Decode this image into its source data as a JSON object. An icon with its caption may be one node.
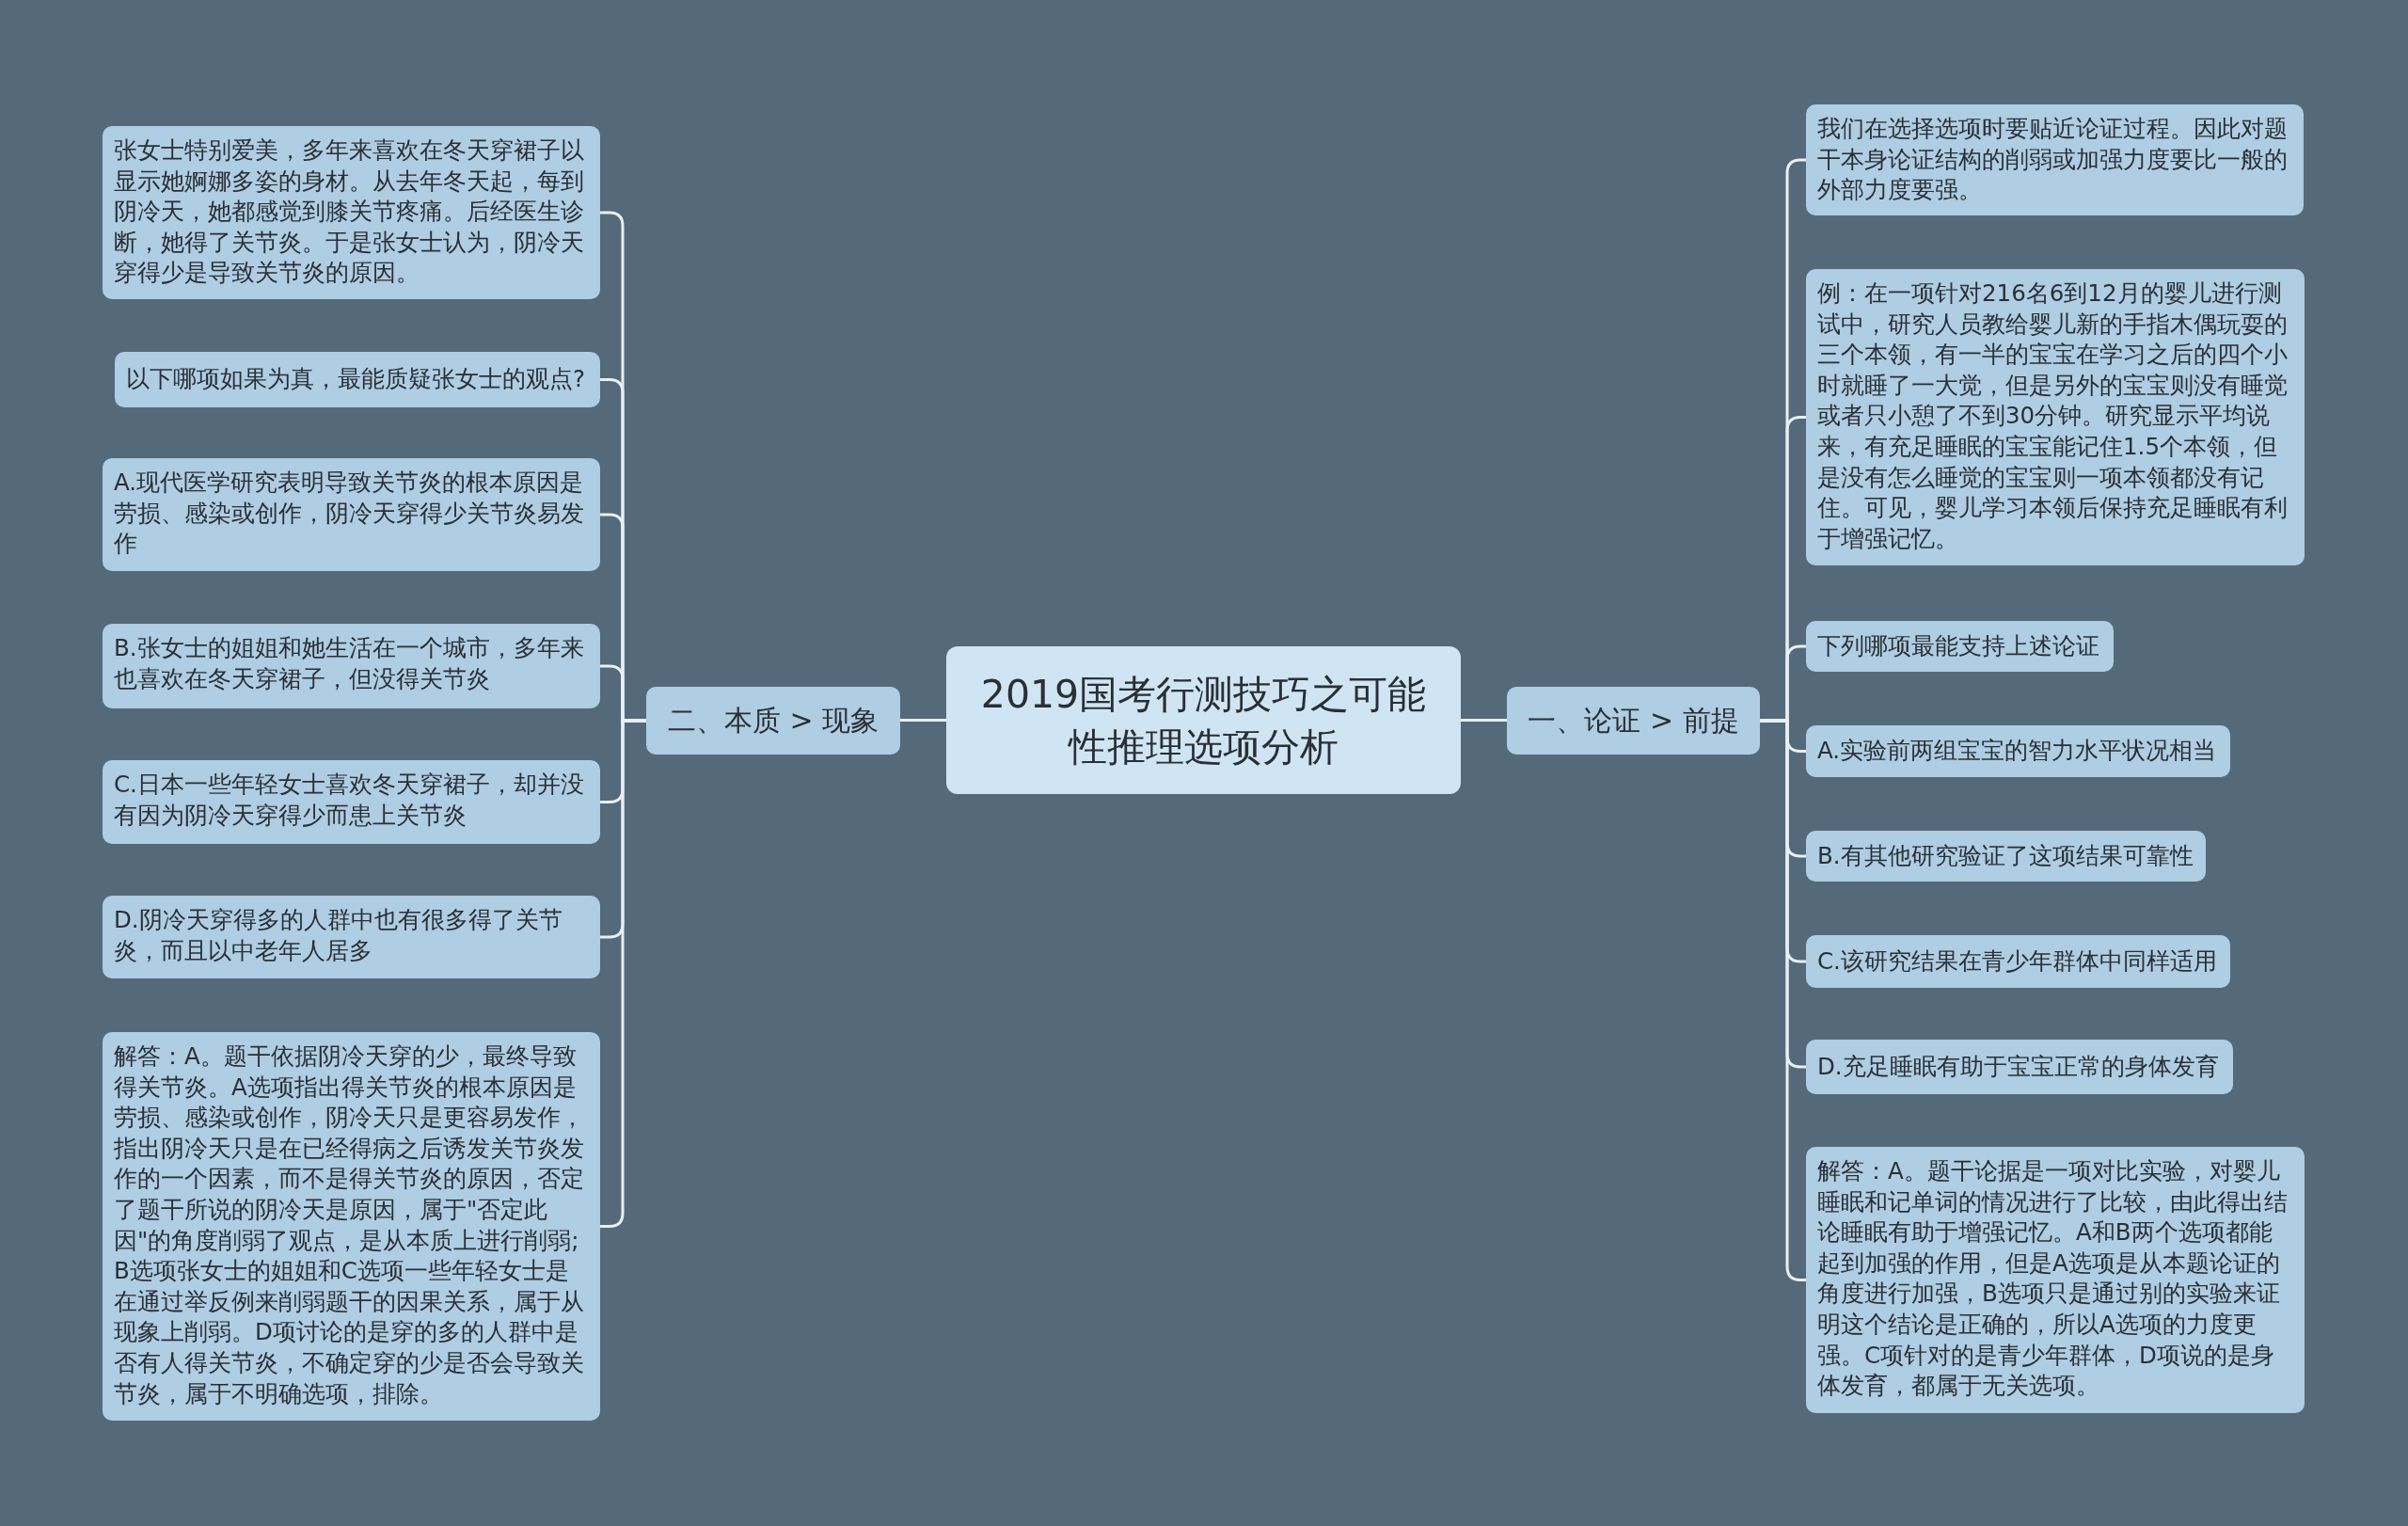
{
  "diagram": {
    "nodes": [
      {
        "text": [
          "2019国考行测技巧之可能性推理选项分析"
        ]
      },
      {
        "text": [
          "二、本质 > 现象"
        ]
      },
      {
        "text": [
          "张女士特别爱美，多年来喜欢在冬天穿裙子以显示她婀娜多姿的身材。从去年冬天起，每到阴冷天，她都感觉到膝关节疼痛。后经医生诊断，她得了关节炎。于是张女士认为，阴冷天穿得少是导致关节炎的原因。"
        ]
      },
      {
        "text": [
          "以下哪项如果为真，最能质疑张女士的观点?"
        ]
      },
      {
        "text": [
          "A.现代医学研究表明导致关节炎的根本原因是劳损、感染或创作，阴冷天穿得少关节炎易发作"
        ]
      },
      {
        "text": [
          "B.张女士的姐姐和她生活在一个城市，多年来也喜欢在冬天穿裙子，但没得关节炎"
        ]
      },
      {
        "text": [
          "C.日本一些年轻女士喜欢冬天穿裙子，却并没有因为阴冷天穿得少而患上关节炎"
        ]
      },
      {
        "text": [
          "D.阴冷天穿得多的人群中也有很多得了关节炎，而且以中老年人居多"
        ]
      },
      {
        "text": [
          "解答：A。题干依据阴冷天穿的少，最终导致得关节炎。A选项指出得关节炎的根本原因是劳损、感染或创作，阴冷天只是更容易发作，指出阴冷天只是在已经得病之后诱发关节炎发作的一个因素，而不是得关节炎的原因，否定了题干所说的阴冷天是原因，属于\"否定此因\"的角度削弱了观点，是从本质上进行削弱;B选项张女士的姐姐和C选项一些年轻女士是在通过举反例来削弱题干的因果关系，属于从现象上削弱。D项讨论的是穿的多的人群中是否有人得关节炎，不确定穿的少是否会导致关节炎，属于不明确选项，排除。"
        ]
      },
      {
        "text": [
          "一、论证 > 前提"
        ]
      },
      {
        "text": [
          "我们在选择选项时要贴近论证过程。因此对题干本身论证结构的削弱或加强力度要比一般的外部力度要强。"
        ]
      },
      {
        "text": [
          "例：在一项针对216名6到12月的婴儿进行测试中，研究人员教给婴儿新的手指木偶玩耍的三个本领，有一半的宝宝在学习之后的四个小时就睡了一大觉，但是另外的宝宝则没有睡觉或者只小憩了不到30分钟。研究显示平均说来，有充足睡眠的宝宝能记住1.5个本领，但是没有怎么睡觉的宝宝则一项本领都没有记住。可见，婴儿学习本领后保持充足睡眠有利于增强记忆。"
        ]
      },
      {
        "text": [
          "下列哪项最能支持上述论证"
        ]
      },
      {
        "text": [
          "A.实验前两组宝宝的智力水平状况相当"
        ]
      },
      {
        "text": [
          "B.有其他研究验证了这项结果可靠性"
        ]
      },
      {
        "text": [
          "C.该研究结果在青少年群体中同样适用"
        ]
      },
      {
        "text": [
          "D.充足睡眠有助于宝宝正常的身体发育"
        ]
      },
      {
        "text": [
          "解答：A。题干论据是一项对比实验，对婴儿睡眠和记单词的情况进行了比较，由此得出结论睡眠有助于增强记忆。A和B两个选项都能起到加强的作用，但是A选项是从本题论证的角度进行加强，B选项只是通过别的实验来证明这个结论是正确的，所以A选项的力度更强。C项针对的是青少年群体，D项说的是身体发育，都属于无关选项。"
        ]
      }
    ],
    "edges": [
      {
        "from": 0,
        "to": 1,
        "arrow": "none"
      },
      {
        "from": 1,
        "to": 2,
        "arrow": "none"
      },
      {
        "from": 1,
        "to": 3,
        "arrow": "none"
      },
      {
        "from": 1,
        "to": 4,
        "arrow": "none"
      },
      {
        "from": 1,
        "to": 5,
        "arrow": "none"
      },
      {
        "from": 1,
        "to": 6,
        "arrow": "none"
      },
      {
        "from": 1,
        "to": 7,
        "arrow": "none"
      },
      {
        "from": 1,
        "to": 8,
        "arrow": "none"
      },
      {
        "from": 0,
        "to": 9,
        "arrow": "none"
      },
      {
        "from": 9,
        "to": 10,
        "arrow": "none"
      },
      {
        "from": 9,
        "to": 11,
        "arrow": "none"
      },
      {
        "from": 9,
        "to": 12,
        "arrow": "none"
      },
      {
        "from": 9,
        "to": 13,
        "arrow": "none"
      },
      {
        "from": 9,
        "to": 14,
        "arrow": "none"
      },
      {
        "from": 9,
        "to": 15,
        "arrow": "none"
      },
      {
        "from": 9,
        "to": 16,
        "arrow": "none"
      },
      {
        "from": 9,
        "to": 17,
        "arrow": "none"
      }
    ]
  }
}
